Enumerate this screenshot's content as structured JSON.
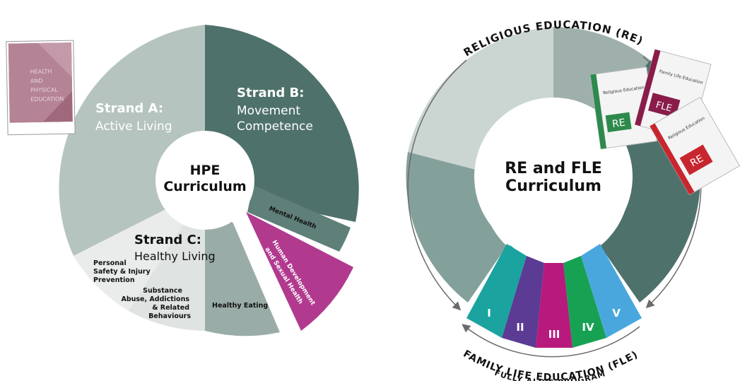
{
  "hpe": {
    "center_line1": "HPE",
    "center_line2": "Curriculum",
    "strand_a": {
      "title": "Strand A:",
      "subtitle": "Active Living"
    },
    "strand_b": {
      "title": "Strand B:",
      "subtitle_line1": "Movement",
      "subtitle_line2": "Competence"
    },
    "strand_c": {
      "title": "Strand C:",
      "subtitle": "Healthy Living"
    },
    "personal_safety": [
      "Personal",
      "Safety & Injury",
      "Prevention"
    ],
    "substance_abuse": [
      "Substance",
      "Abuse, Addictions",
      "& Related",
      "Behaviours"
    ],
    "healthy_eating": "Healthy Eating",
    "mental_health": "Mental Health",
    "human_development": [
      "Human Development",
      "and Sexual Health"
    ],
    "document_cover": {
      "title_line1": "HEALTH",
      "title_line2": "AND",
      "title_line3": "PHYSICAL",
      "title_line4": "EDUCATION"
    }
  },
  "re_fle": {
    "center_line1": "RE and FLE",
    "center_line2": "Curriculum",
    "top_arc_label": "RELIGIOUS EDUCATION (RE)",
    "bottom_arc_label": "FAMILY LIFE EDUCATION (FLE)",
    "bottom_arc_sublabel": "FULLY ALIVE PROGRAM",
    "fle_segments": [
      "I",
      "II",
      "III",
      "IV",
      "V"
    ],
    "books": [
      {
        "title": "Religious Education",
        "badge": "RE"
      },
      {
        "title": "Family Life Education",
        "badge": "FLE"
      },
      {
        "title": "Religious Education",
        "badge": "RE"
      }
    ]
  },
  "colors": {
    "light_gray_green": "#b6c4c0",
    "dark_teal": "#4e716b",
    "mid_gray": "#9aaca7",
    "pale": "#dfe4e2",
    "very_pale": "#e9ecea",
    "magenta": "#b13a8f",
    "fle_colors": [
      "#1aa39f",
      "#5b3b93",
      "#b8197c",
      "#17a153",
      "#4aa7de"
    ]
  }
}
